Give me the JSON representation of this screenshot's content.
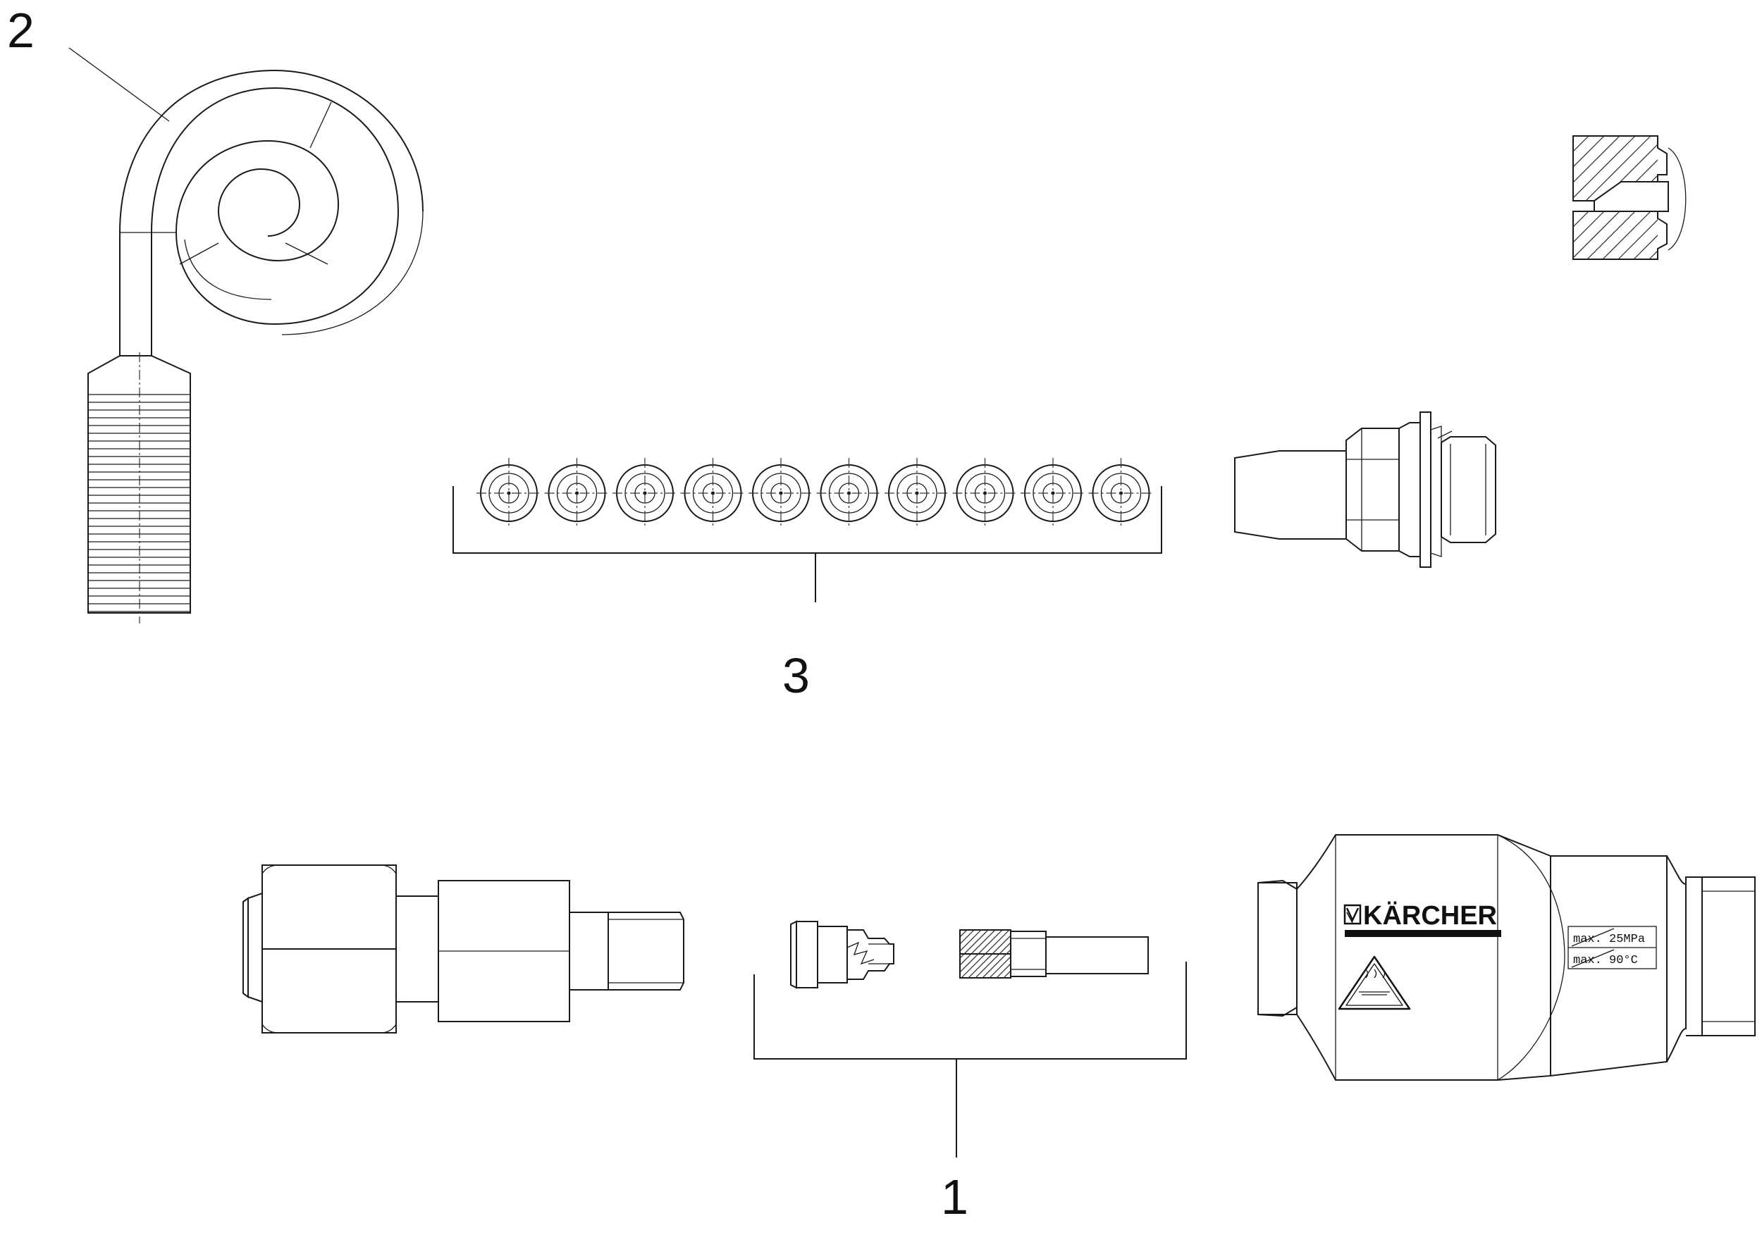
{
  "callouts": {
    "c1": "1",
    "c2": "2",
    "c3": "3"
  },
  "brand": "KÄRCHER",
  "specs": {
    "pressure": "max. 25MPa",
    "temperature": "max. 90°C"
  },
  "icons": [
    "hot-surface-warning-icon",
    "karcher-logo-icon"
  ],
  "colors": {
    "line": "#1a1a1a",
    "background": "#ffffff"
  }
}
